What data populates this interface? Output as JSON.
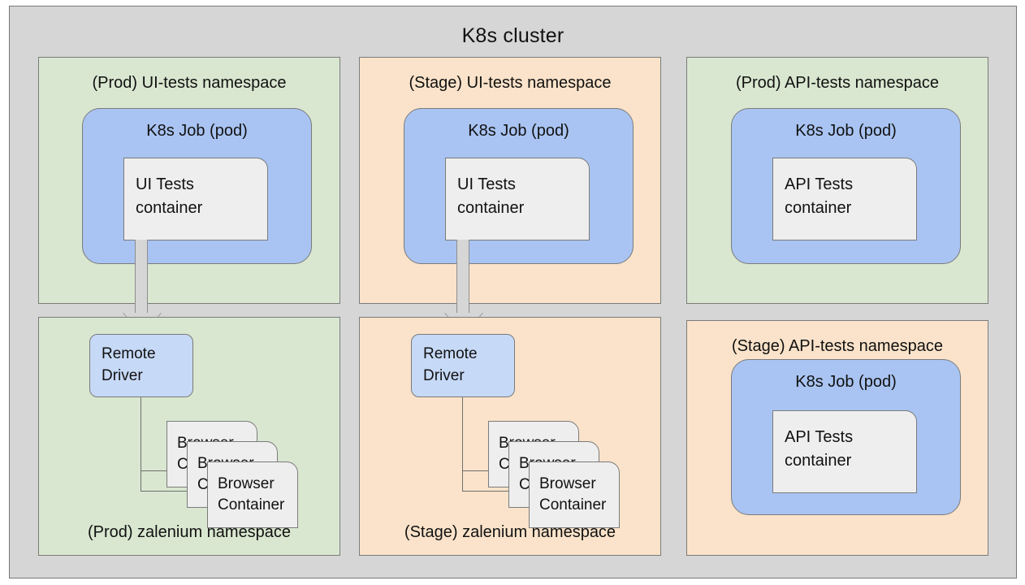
{
  "cluster": {
    "title": "K8s cluster",
    "background_color": "#d6d6d6",
    "border_color": "#777777"
  },
  "palette": {
    "namespace_prod": "#d9e7d0",
    "namespace_stage": "#fae3ca",
    "pod_blue": "#a9c4f2",
    "driver_blue": "#c6d9f7",
    "container_gray": "#eeeeee",
    "stroke": "#7b7b7b",
    "connector": "#6f6f6f"
  },
  "namespaces": {
    "prod_ui": {
      "title": "(Prod) UI-tests namespace",
      "pod_label": "K8s Job (pod)",
      "container_line1": "UI Tests",
      "container_line2": "container"
    },
    "stage_ui": {
      "title": "(Stage) UI-tests namespace",
      "pod_label": "K8s Job (pod)",
      "container_line1": "UI Tests",
      "container_line2": "container"
    },
    "prod_api": {
      "title": "(Prod) API-tests namespace",
      "pod_label": "K8s Job (pod)",
      "container_line1": "API Tests",
      "container_line2": "container"
    },
    "stage_api": {
      "title": "(Stage) API-tests namespace",
      "pod_label": "K8s Job (pod)",
      "container_line1": "API Tests",
      "container_line2": "container"
    },
    "prod_zalenium": {
      "title": "(Prod) zalenium namespace",
      "driver_line1": "Remote",
      "driver_line2": "Driver",
      "browsers": [
        {
          "line1": "Browser",
          "line2": "Container"
        },
        {
          "line1": "Browser",
          "line2": "Container"
        },
        {
          "line1": "Browser",
          "line2": "Container"
        }
      ]
    },
    "stage_zalenium": {
      "title": "(Stage) zalenium namespace",
      "driver_line1": "Remote",
      "driver_line2": "Driver",
      "browsers": [
        {
          "line1": "Browser",
          "line2": "Container"
        },
        {
          "line1": "Browser",
          "line2": "Container"
        },
        {
          "line1": "Browser",
          "line2": "Container"
        }
      ]
    }
  }
}
